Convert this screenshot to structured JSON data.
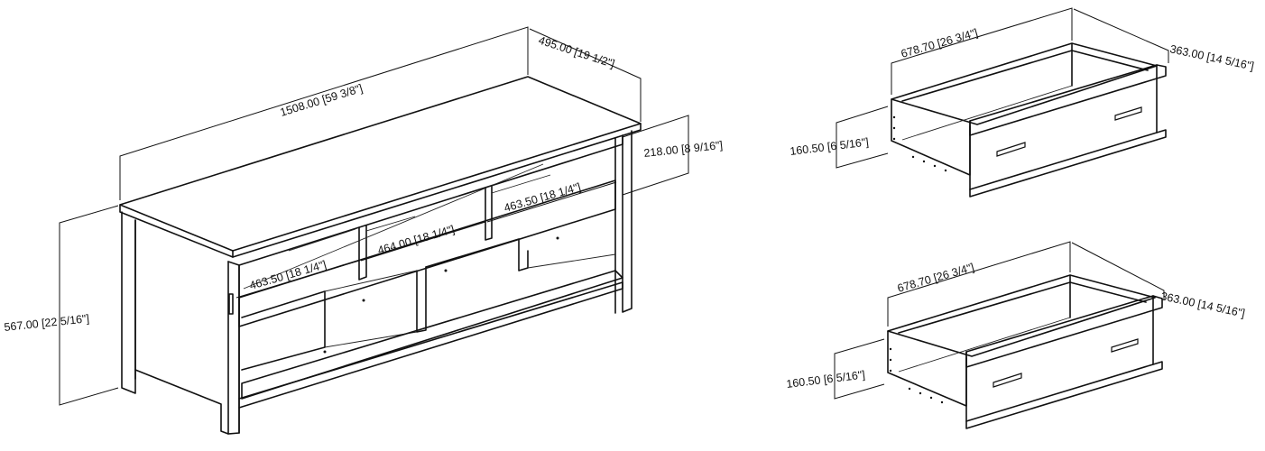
{
  "stand": {
    "width": "1508.00 [59 3/8\"]",
    "depth": "495.00 [19 1/2\"]",
    "height": "567.00 [22 5/16\"]",
    "upper_opening_height": "218.00 [8 9/16\"]",
    "upper_right_opening": "463.50 [18 1/4\"]",
    "middle_opening": "464.00 [18 1/4\"]",
    "left_opening": "463.50 [18 1/4\"]"
  },
  "drawer_top": {
    "width": "678.70 [26 3/4\"]",
    "depth": "363.00 [14 5/16\"]",
    "height": "160.50 [6 5/16\"]"
  },
  "drawer_bottom": {
    "width": "678.70 [26 3/4\"]",
    "depth": "363.00 [14 5/16\"]",
    "height": "160.50 [6 5/16\"]"
  }
}
